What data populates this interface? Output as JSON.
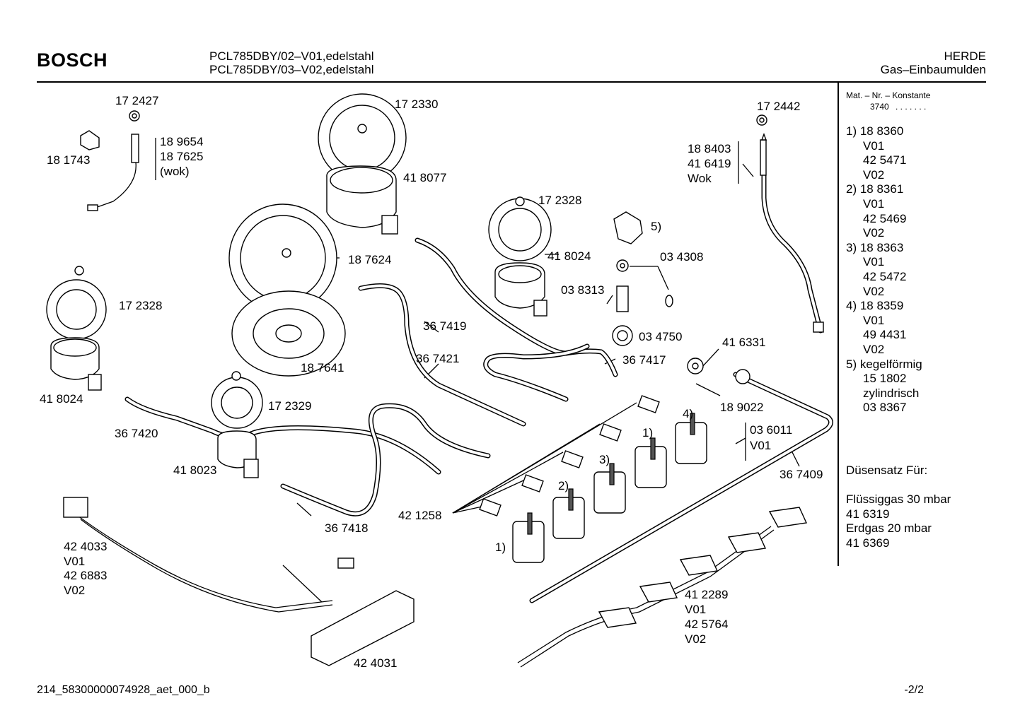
{
  "header": {
    "brand": "BOSCH",
    "models": [
      "PCL785DBY/02–V01,edelstahl",
      "PCL785DBY/03–V02,edelstahl"
    ],
    "category": "HERDE",
    "subcategory": "Gas–Einbaumulden"
  },
  "labels": {
    "l172427": "17 2427",
    "l172330": "17 2330",
    "l172442": "17 2442",
    "l189654": "18 9654",
    "l187625": "18 7625",
    "lwok1": "(wok)",
    "l181743": "18 1743",
    "l418077": "41 8077",
    "l188403": "18 8403",
    "l416419": "41 6419",
    "lwok2": "Wok",
    "l172328a": "17 2328",
    "l5": "5)",
    "l187624": "18 7624",
    "l034308": "03 4308",
    "l418024a": "41 8024",
    "l038313": "03 8313",
    "l172328b": "17 2328",
    "l367419": "36 7419",
    "l034750": "03 4750",
    "l416331": "41 6331",
    "l367417": "36 7417",
    "l187641": "18 7641",
    "l367421": "36 7421",
    "l418024b": "41 8024",
    "l172329": "17 2329",
    "l189022": "18 9022",
    "l036011": "03 6011",
    "lv01a": "V01",
    "l367420": "36 7420",
    "l418023": "41 8023",
    "l367409": "36 7409",
    "l421258": "42 1258",
    "l367418": "36 7418",
    "l424033": "42 4033",
    "lv01b": "V01",
    "l426883": "42 6883",
    "lv02b": "V02",
    "l412289": "41 2289",
    "lv01c": "V01",
    "l425764": "42 5764",
    "lv02c": "V02",
    "l424031": "42 4031",
    "m1a": "1)",
    "m1b": "1)",
    "m2": "2)",
    "m3": "3)",
    "m4": "4)"
  },
  "sidebar": {
    "mat_label": "Mat. – Nr. – Konstante",
    "mat_value": "3740",
    "mat_dots": ". .   . . . . .",
    "lines": [
      "1)  18 8360",
      "V01",
      "42 5471",
      "V02",
      "2)  18 8361",
      "V01",
      "42 5469",
      "V02",
      "3)  18 8363",
      "V01",
      "42 5472",
      "V02",
      "4)  18 8359",
      "V01",
      "49 4431",
      "V02",
      "5)  kegelförmig",
      "15 1802",
      "zylindrisch",
      "03 8367"
    ],
    "nozzle_title": "Düsensatz Für:",
    "nozzle_lines": [
      "Flüssiggas 30 mbar",
      "41 6319",
      "Erdgas 20 mbar",
      "41 6369"
    ]
  },
  "footer": {
    "doc_id": "214_58300000074928_aet_000_b",
    "page": "-2/2"
  }
}
